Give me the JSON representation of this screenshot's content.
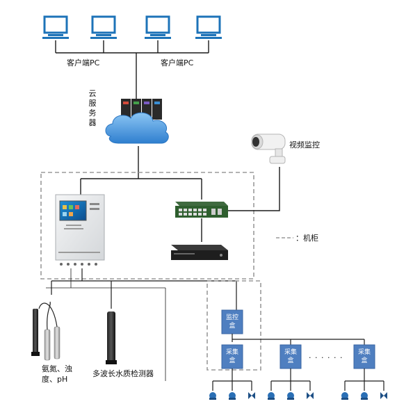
{
  "labels": {
    "client_pc_left": "客户端PC",
    "client_pc_right": "客户端PC",
    "cloud_server": "云服务器",
    "video_monitor": "视频监控",
    "cabinet_legend": "：机柜",
    "sensor_probe_group": "氨氮、浊度、pH",
    "multiwave_sensor": "多波长水质检测器",
    "monitor_box": "监控盒",
    "collector_box": "采集盒",
    "ellipsis": "· · · · · ·"
  },
  "colors": {
    "line": "#1a1a1a",
    "dashed": "#9a9a9a",
    "box_blue": "#4f7fc0",
    "cloud": "#3d8fd9",
    "switch_green": "#2e5e2e"
  }
}
